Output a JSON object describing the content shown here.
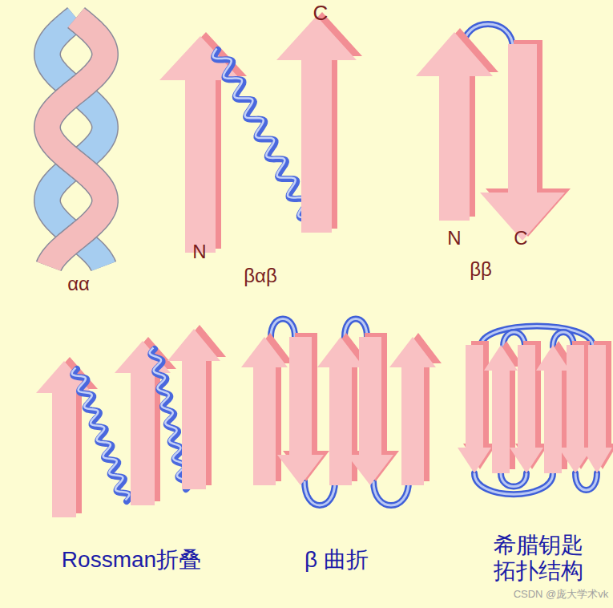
{
  "diagram": {
    "labels": [
      "C",
      "N",
      "N",
      "C",
      "αα",
      "βαβ",
      "ββ",
      "Rossman折叠",
      "β 曲折",
      "希腊钥匙 拓扑结构",
      "CSDN @庞大学术vk"
    ]
  }
}
